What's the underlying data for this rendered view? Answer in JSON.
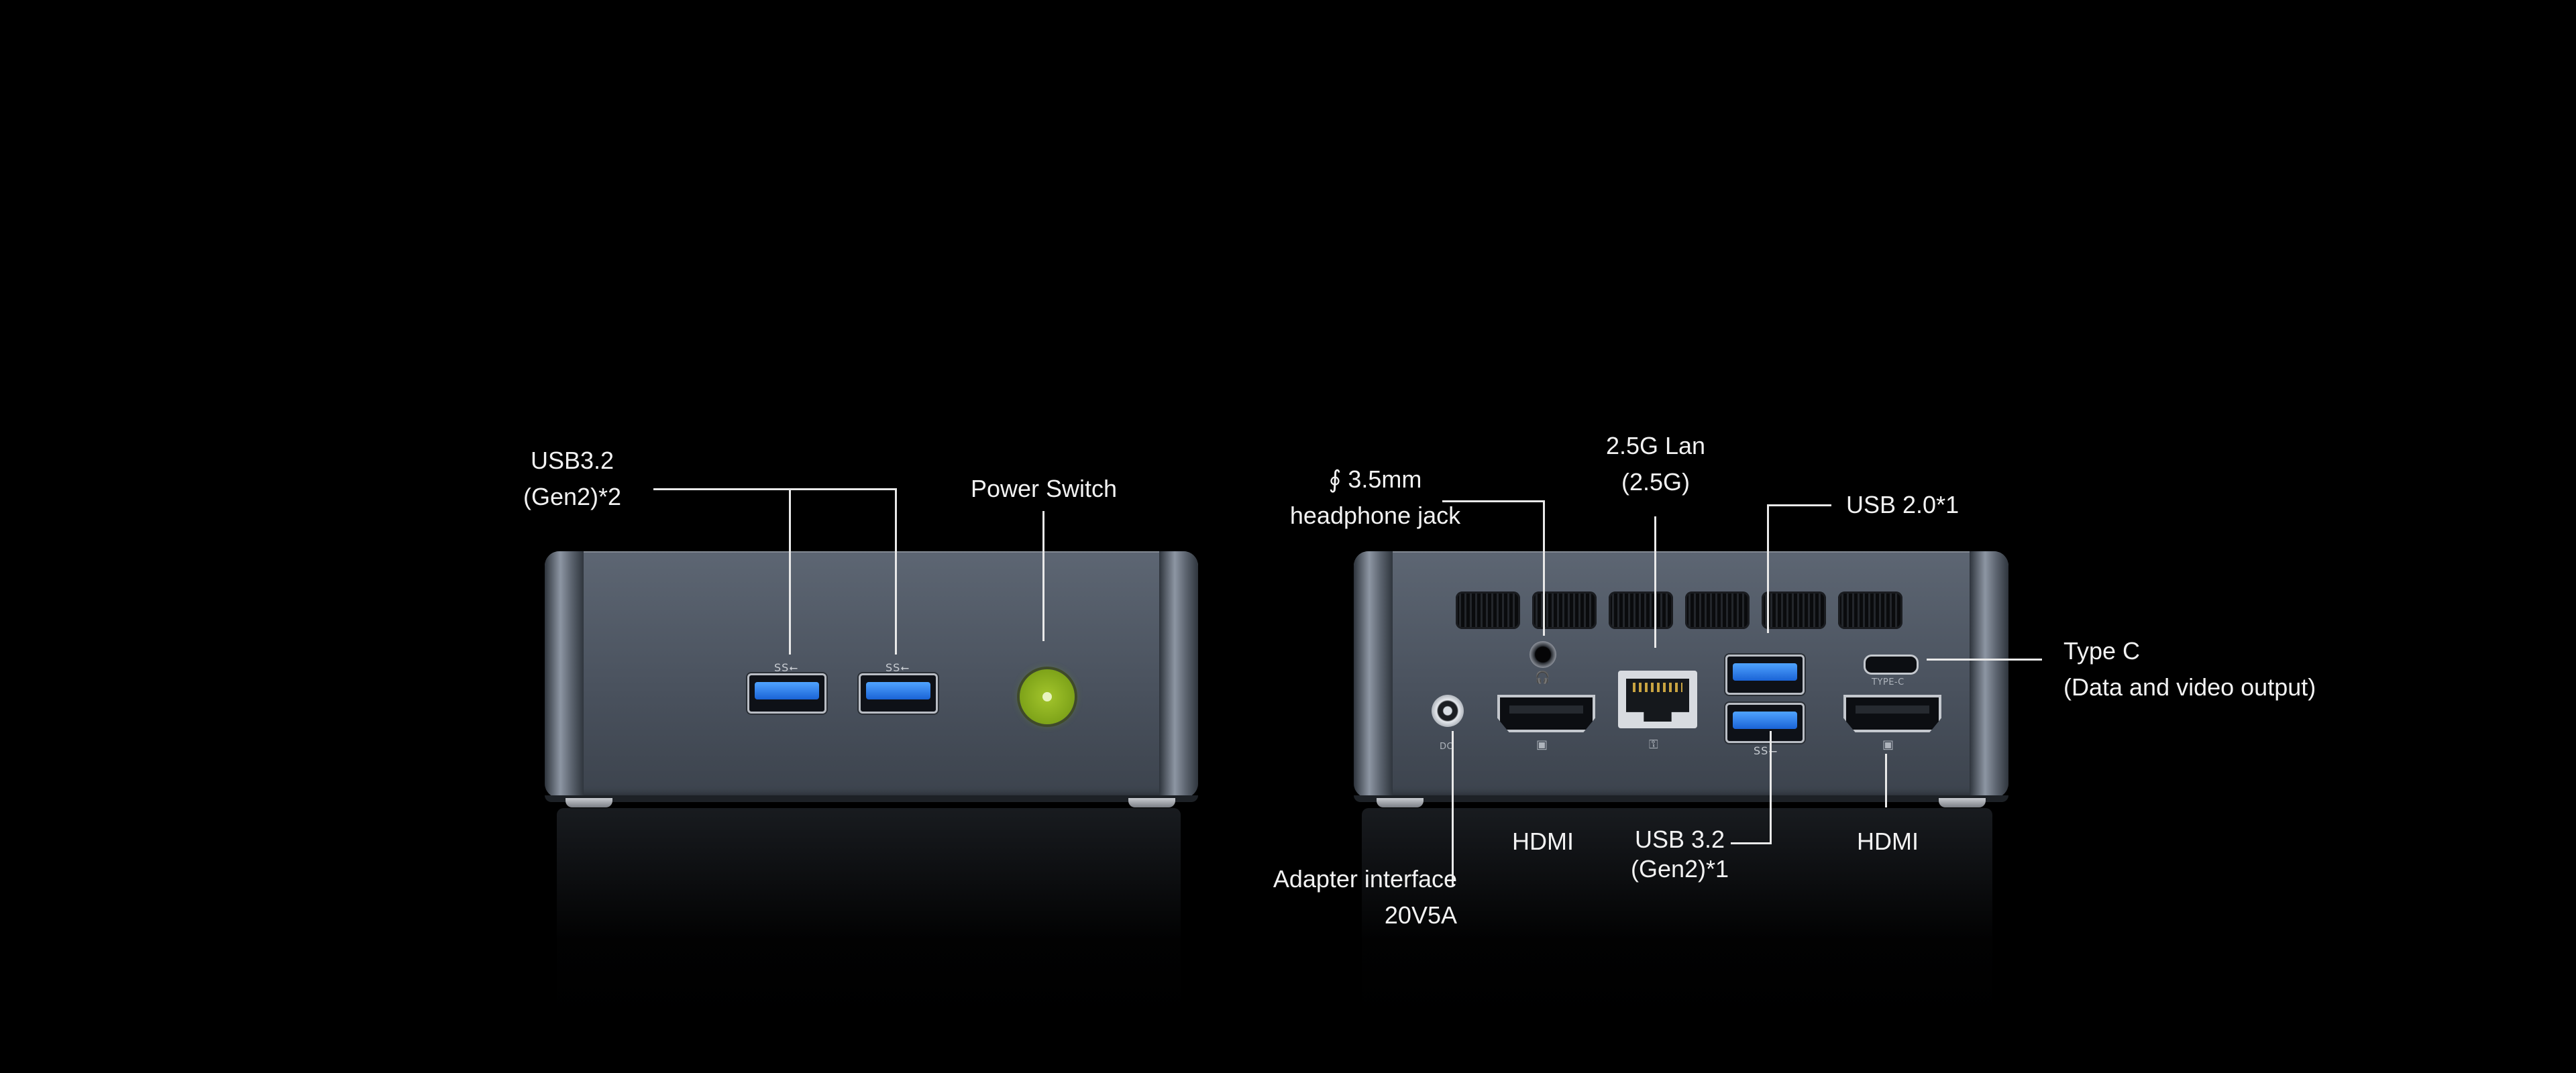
{
  "front_device": {
    "usb_label_line1": "USB3.2",
    "usb_label_line2": "(Gen2)*2",
    "power_label": "Power Switch",
    "usb_logo": "SS⭠"
  },
  "rear_device": {
    "headphone_label_line1": "∮ 3.5mm",
    "headphone_label_line2": "headphone jack",
    "lan_label_line1": "2.5G Lan",
    "lan_label_line2": "(2.5G)",
    "usb2_label": "USB 2.0*1",
    "typec_label_line1": "Type C",
    "typec_label_line2": "(Data and video output)",
    "adapter_label_line1": "Adapter interface",
    "adapter_label_line2": "20V5A",
    "hdmi_left_label": "HDMI",
    "usb32_label_line1": "USB 3.2",
    "usb32_label_line2": "(Gen2)*1",
    "hdmi_right_label": "HDMI",
    "typec_port_text": "TYPE-C",
    "dc_port_text": "DC",
    "usb_logo": "SS⭠"
  },
  "colors": {
    "background": "#000000",
    "chassis": "#4d5561",
    "usb_blue": "#2f7fe8",
    "power_green": "#8fb21f",
    "label": "#f2f2f2"
  }
}
